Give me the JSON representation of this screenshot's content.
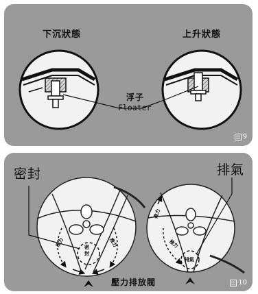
{
  "top_panel": {
    "left_state": "下沉狀態",
    "right_state": "上升狀態",
    "part_cn": "浮子",
    "part_en": "Floater",
    "figure": "9"
  },
  "bottom_panel": {
    "left_title": "密封",
    "right_title": "排氣",
    "seal_small": "密封",
    "exhaust_small": "排氣",
    "flow_label": "推力",
    "valve_label": "壓力排放閥",
    "figure": "10"
  }
}
